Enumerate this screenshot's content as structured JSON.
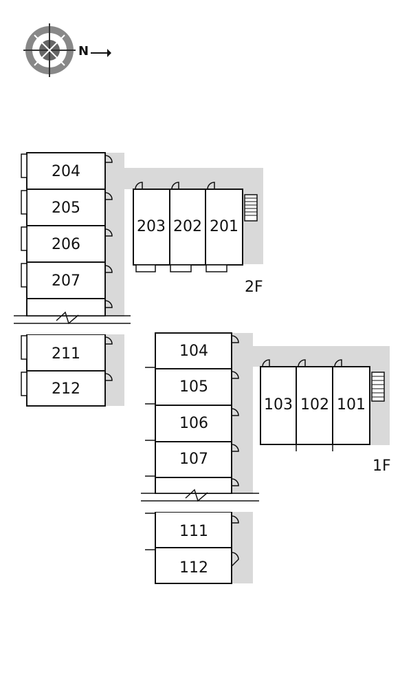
{
  "compass": {
    "north_label": "N"
  },
  "floor2": {
    "label": "2F",
    "rooms": [
      "204",
      "205",
      "206",
      "207",
      "211",
      "212",
      "203",
      "202",
      "201"
    ]
  },
  "floor1": {
    "label": "1F",
    "rooms": [
      "104",
      "105",
      "106",
      "107",
      "111",
      "112",
      "103",
      "102",
      "101"
    ]
  }
}
